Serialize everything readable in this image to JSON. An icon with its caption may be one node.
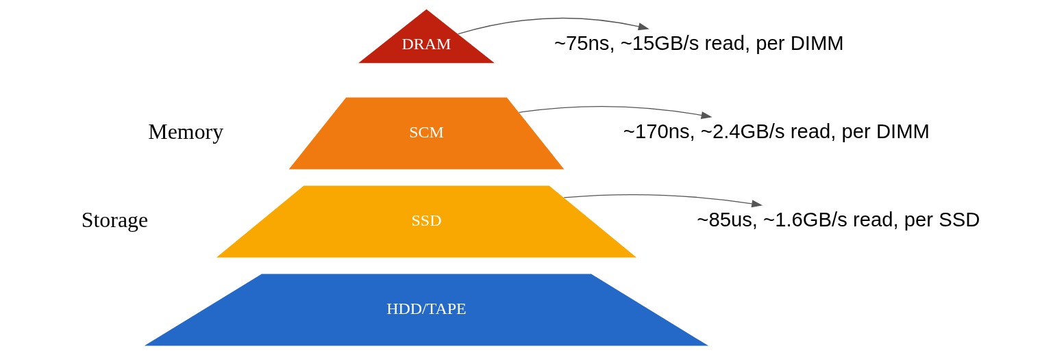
{
  "diagram": {
    "nodes": [
      {
        "text": [
          "DRAM"
        ]
      },
      {
        "text": [
          "SCM"
        ]
      },
      {
        "text": [
          "SSD"
        ]
      },
      {
        "text": [
          "HDD/TAPE"
        ]
      },
      {
        "text": [
          "~75ns, ~15GB/s read, per DIMM"
        ]
      },
      {
        "text": [
          "~170ns, ~2.4GB/s read, per DIMM"
        ]
      },
      {
        "text": [
          "~85us, ~1.6GB/s read, per SSD"
        ]
      }
    ],
    "edges": [
      {
        "from": 0,
        "to": 4,
        "arrow": "to"
      },
      {
        "from": 1,
        "to": 5,
        "arrow": "to"
      },
      {
        "from": 2,
        "to": 6,
        "arrow": "to"
      }
    ],
    "labels": [
      "Memory",
      "Storage"
    ]
  }
}
